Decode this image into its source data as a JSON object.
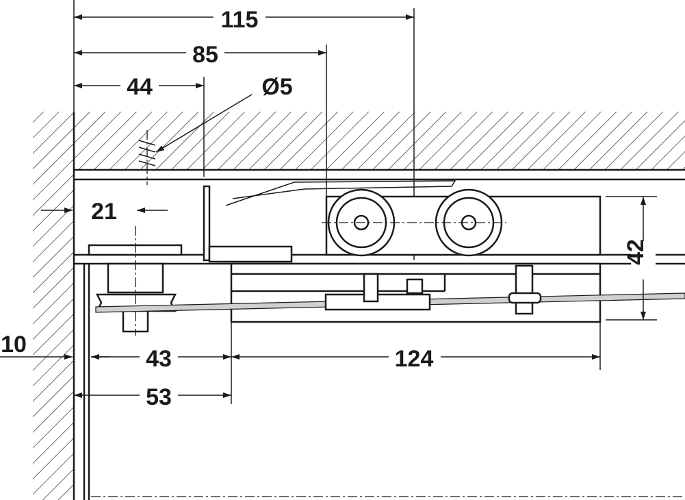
{
  "dimensions": {
    "d115": "115",
    "d85": "85",
    "d44": "44",
    "d5": "Ø5",
    "d21": "21",
    "d42": "42",
    "d10": "10",
    "d43": "43",
    "d124": "124",
    "d53": "53"
  },
  "colors": {
    "line": "#1a1a1a",
    "cable": "#d0d0d0"
  }
}
